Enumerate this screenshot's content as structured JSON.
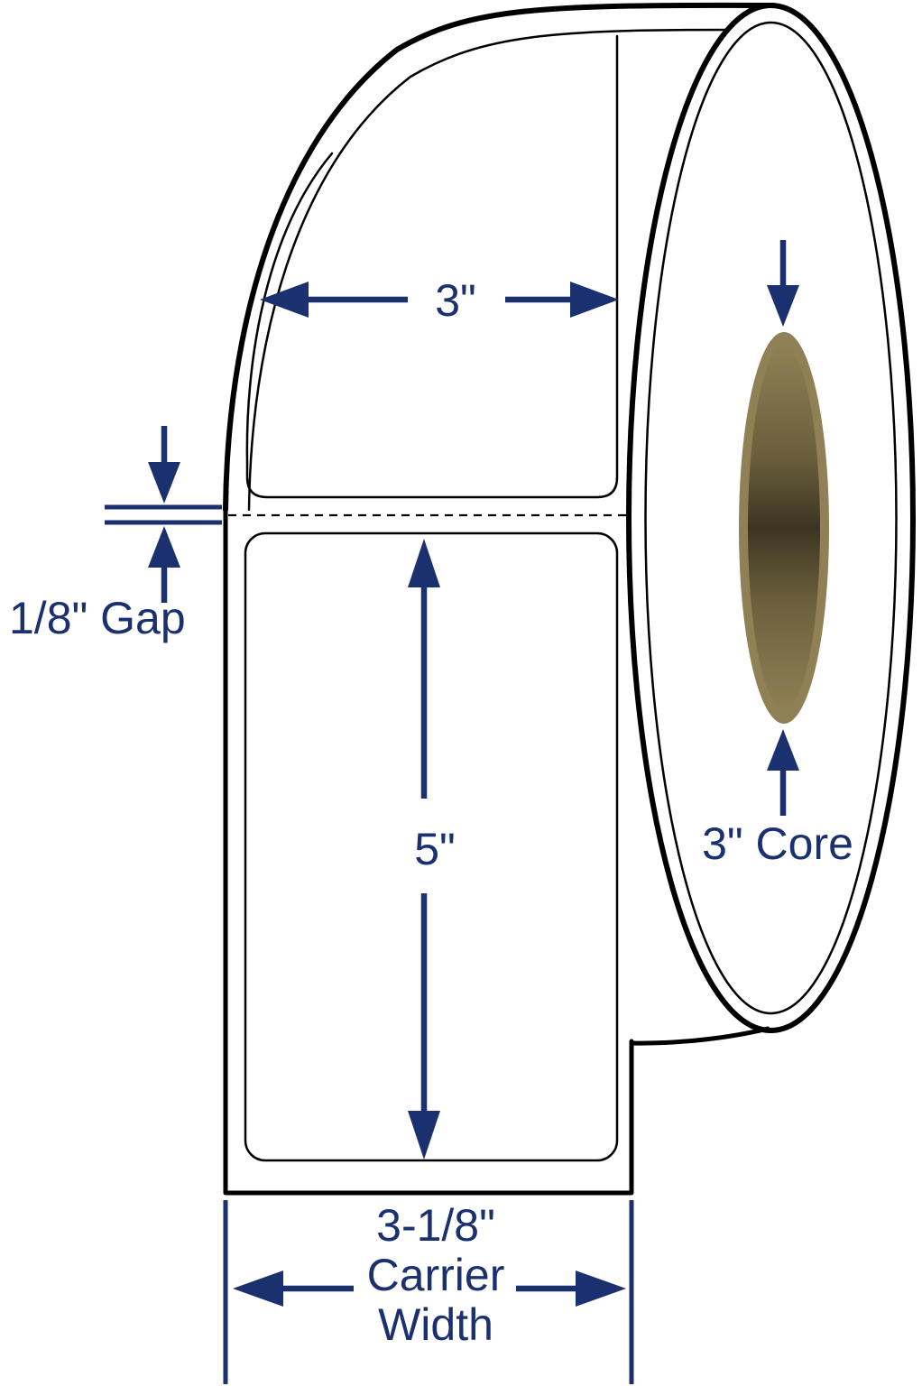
{
  "colors": {
    "annotation": "#1A306F",
    "outline": "#000000",
    "core_light": "#8F8055",
    "core_mid": "#6B5F3C",
    "core_dark": "#3C3522",
    "background": "#FFFFFF"
  },
  "annotations": {
    "label_width": "3\"",
    "label_height": "5\"",
    "gap": "1/8\" Gap",
    "core": "3\" Core",
    "carrier_width": [
      "3-1/8\"",
      "Carrier",
      "Width"
    ]
  }
}
